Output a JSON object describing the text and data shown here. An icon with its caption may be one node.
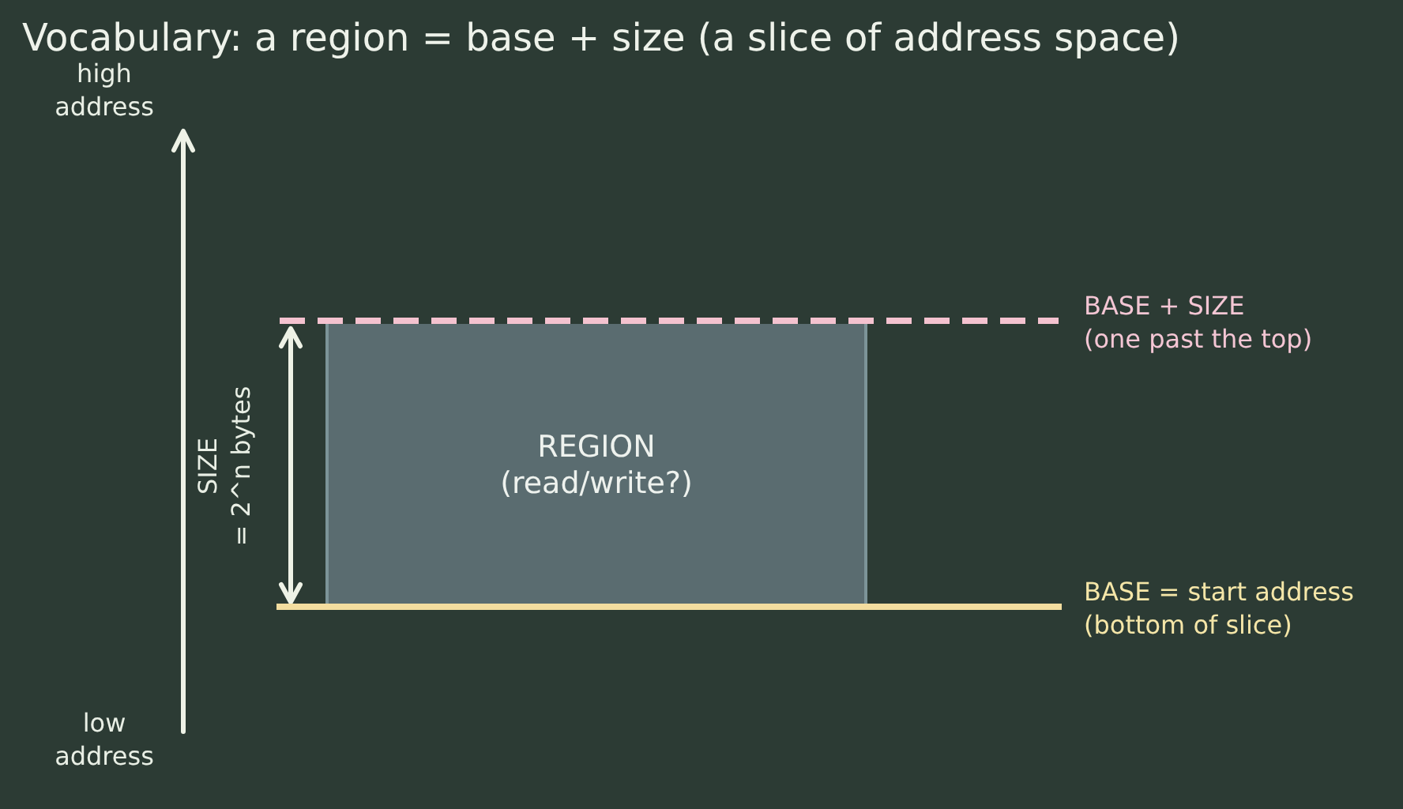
{
  "diagram": {
    "title": "Vocabulary: a region = base + size (a slice of address space)",
    "nodes": [
      {
        "text": [
          "REGION (read/write?)"
        ]
      }
    ],
    "labels": [
      "high address",
      "BASE + SIZE (one past the top)",
      "SIZE = 2^n bytes",
      "BASE = start address (bottom of slice)",
      "low address"
    ]
  }
}
